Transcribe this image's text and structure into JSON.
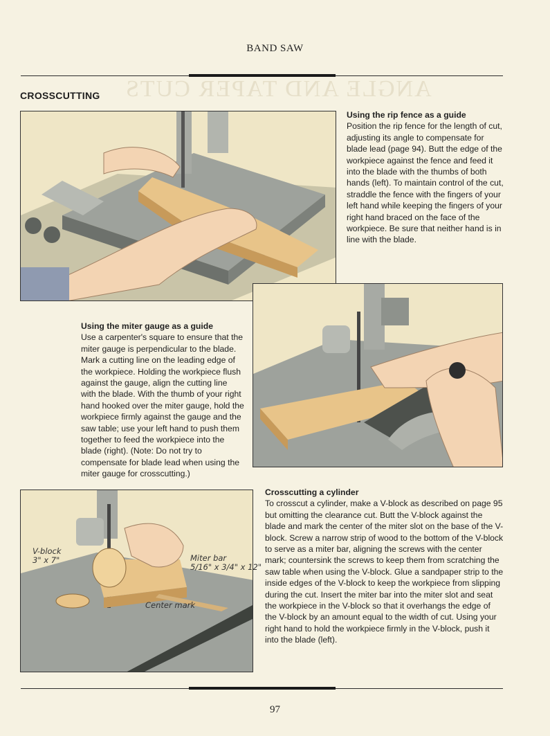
{
  "running_head": "BAND SAW",
  "section_title": "CROSSCUTTING",
  "rip_fence": {
    "heading": "Using the rip fence as a guide",
    "body": "Position the rip fence for the length of cut, adjusting its angle to compensate for blade lead (page 94). Butt the edge of the workpiece against the fence and feed it into the blade with the thumbs of both hands (left). To maintain control of the cut, straddle the fence with the fingers of your left hand while keeping the fingers of your right hand braced on the face of the workpiece. Be sure that neither hand is in line with the blade."
  },
  "miter_gauge": {
    "heading": "Using the miter gauge as a guide",
    "body": "Use a carpenter's square to ensure that the miter gauge is perpendicular to the blade. Mark a cutting line on the leading edge of the workpiece. Holding the workpiece flush against the gauge, align the cutting line with the blade. With the thumb of your right hand hooked over the miter gauge, hold the workpiece firmly against the gauge and the saw table; use your left hand to push them together to feed the workpiece into the blade (right). (Note: Do not try to compensate for blade lead when using the miter gauge for crosscutting.)"
  },
  "cylinder": {
    "heading": "Crosscutting a cylinder",
    "body": "To crosscut a cylinder, make a V-block as described on page 95 but omitting the clearance cut. Butt the V-block against the blade and mark the center of the miter slot on the base of the V-block. Screw a narrow strip of wood to the bottom of the V-block to serve as a miter bar, aligning the screws with the center mark; countersink the screws to keep them from scratching the saw table when using the V-block. Glue a sandpaper strip to the inside edges of the V-block to keep the workpiece from slipping during the cut. Insert the miter bar into the miter slot and seat the workpiece in the V-block so that it overhangs the edge of the V-block by an amount equal to the width of cut. Using your right hand to hold the workpiece firmly in the V-block, push it into the blade (left)."
  },
  "callouts": {
    "vblock_name": "V-block",
    "vblock_size": "3\" x 7\"",
    "miter_bar_name": "Miter bar",
    "miter_bar_size": "5/16\" x 3/4\" x 12\"",
    "center_mark": "Center mark"
  },
  "bleed_text": "ANGLE AND TAPER CUTS",
  "page_number": "97",
  "colors": {
    "paper": "#f6f2e2",
    "illustration_bg": "#efe6c6",
    "saw_gray": "#8e928c",
    "wood": "#e8c489",
    "skin": "#f3d4b3"
  }
}
